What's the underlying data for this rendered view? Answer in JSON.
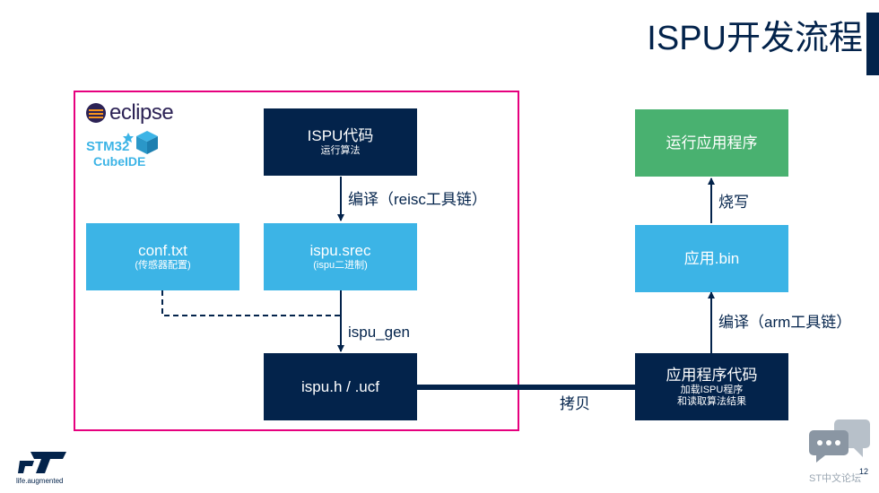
{
  "title": "ISPU开发流程",
  "logos": {
    "eclipse": "eclipse",
    "stm_line1": "STM32",
    "stm_line2": "CubeIDE",
    "st_tagline": "life.augmented"
  },
  "boxes": {
    "ispu_code": {
      "main": "ISPU代码",
      "sub": "运行算法"
    },
    "conf_txt": {
      "main": "conf.txt",
      "sub": "(传感器配置)"
    },
    "ispu_srec": {
      "main": "ispu.srec",
      "sub": "(ispu二进制)"
    },
    "ispu_h": {
      "main": "ispu.h / .ucf"
    },
    "run_app": {
      "main": "运行应用程序"
    },
    "app_bin": {
      "main": "应用.bin"
    },
    "app_code": {
      "main": "应用程序代码",
      "sub1": "加载ISPU程序",
      "sub2": "和读取算法结果"
    }
  },
  "edge_labels": {
    "compile_reisc": "编译（reisc工具链）",
    "ispu_gen": "ispu_gen",
    "copy": "拷贝",
    "burn": "烧写",
    "compile_arm": "编译（arm工具链）"
  },
  "footer": {
    "forum": "ST中文论坛",
    "page_number": "12"
  },
  "colors": {
    "dark_navy": "#03234b",
    "light_blue": "#3cb4e6",
    "green": "#49b170",
    "pink": "#e6007e"
  }
}
